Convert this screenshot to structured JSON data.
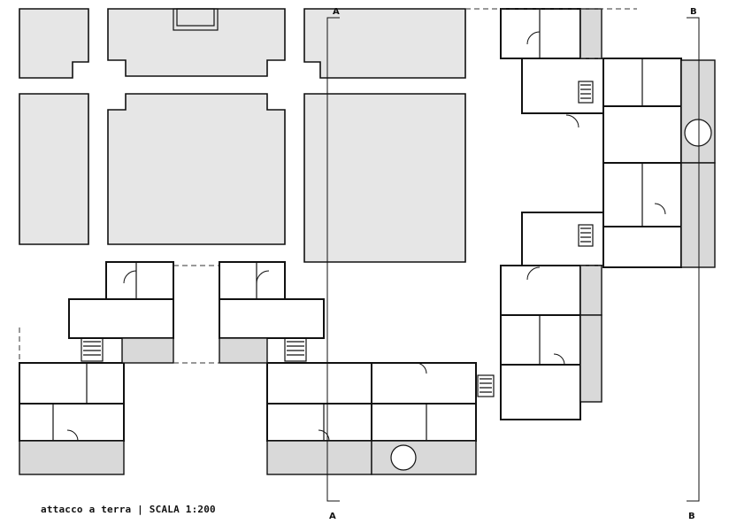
{
  "caption": "attacco a terra | SCALA 1:200",
  "section_marks": {
    "a_top": "A",
    "a_bottom": "A",
    "b_top": "B",
    "b_bottom": "B"
  }
}
